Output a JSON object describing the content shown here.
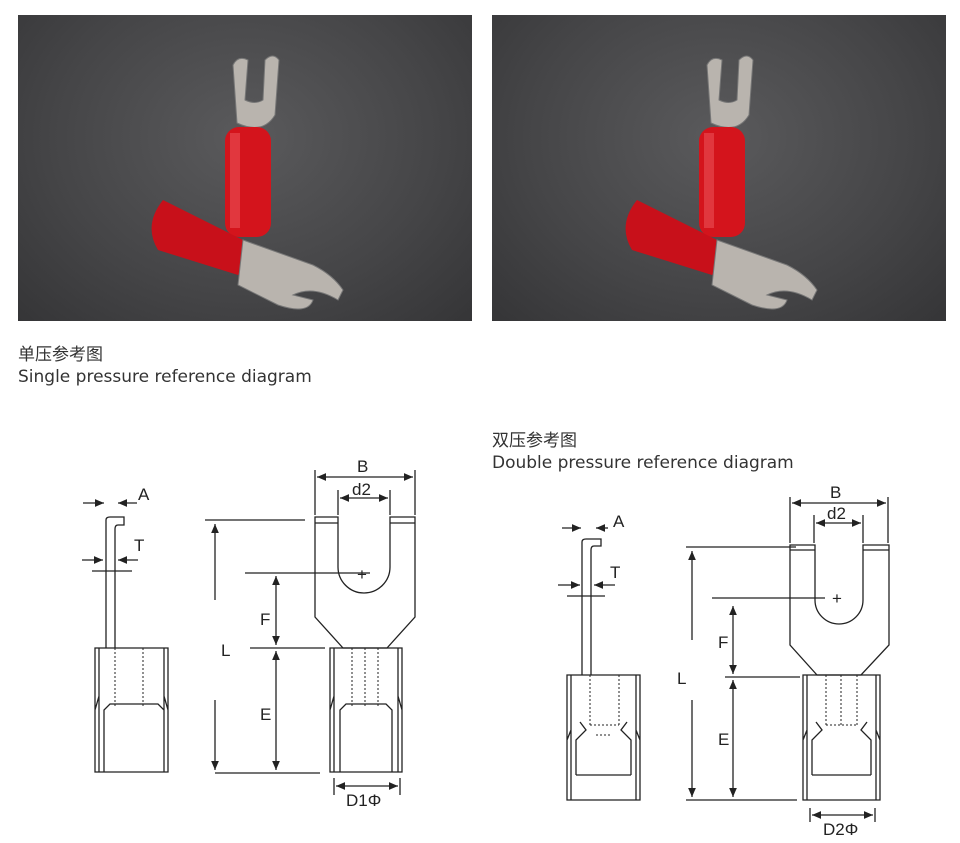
{
  "photos": [
    {
      "name": "spade-terminal-photo-single",
      "accent": "#d4141c"
    },
    {
      "name": "spade-terminal-photo-double",
      "accent": "#d4141c"
    }
  ],
  "single": {
    "title_cn": "单压参考图",
    "title_en": "Single pressure reference diagram",
    "labels": {
      "A": "A",
      "T": "T",
      "B": "B",
      "d2": "d2",
      "L": "L",
      "F": "F",
      "E": "E",
      "D": "D1Φ"
    }
  },
  "double": {
    "title_cn": "双压参考图",
    "title_en": "Double pressure reference diagram",
    "labels": {
      "A": "A",
      "T": "T",
      "B": "B",
      "d2": "d2",
      "L": "L",
      "F": "F",
      "E": "E",
      "D": "D2Φ"
    }
  }
}
